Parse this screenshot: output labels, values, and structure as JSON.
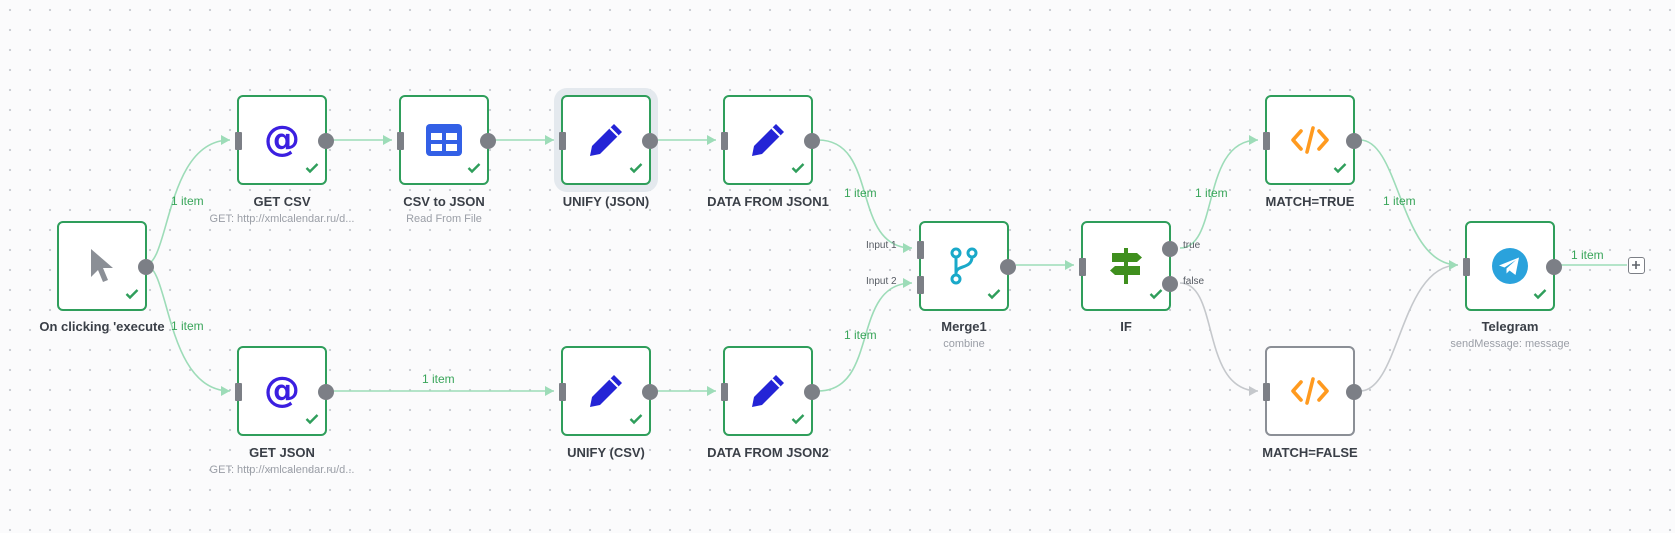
{
  "colors": {
    "success": "#2f9e5b",
    "edge_success": "#9ddcb8",
    "edge_inactive": "#c5c8cc",
    "http_icon": "#3b1fe0",
    "set_icon": "#2424d6",
    "spreadsheet_icon": "#3360e6",
    "code_icon": "#ff9a1f",
    "merge_icon": "#1aa9c9",
    "if_icon": "#3f8f1e",
    "telegram_icon": "#2aa2dc"
  },
  "nodes": {
    "manual_trigger": {
      "label": "On clicking 'execute",
      "icon": "cursor-icon"
    },
    "get_csv": {
      "label": "GET CSV",
      "subtitle": "GET: http://xmlcalendar.ru/d...",
      "icon": "at-icon"
    },
    "csv_to_json": {
      "label": "CSV to JSON",
      "subtitle": "Read From File",
      "icon": "spreadsheet-icon"
    },
    "unify_json": {
      "label": "UNIFY (JSON)",
      "icon": "pencil-icon"
    },
    "data_from_json1": {
      "label": "DATA FROM JSON1",
      "icon": "pencil-icon"
    },
    "get_json": {
      "label": "GET JSON",
      "subtitle": "GET: http://xmlcalendar.ru/d...",
      "icon": "at-icon"
    },
    "unify_csv": {
      "label": "UNIFY (CSV)",
      "icon": "pencil-icon"
    },
    "data_from_json2": {
      "label": "DATA FROM JSON2",
      "icon": "pencil-icon"
    },
    "merge1": {
      "label": "Merge1",
      "subtitle": "combine",
      "icon": "merge-icon",
      "input1": "Input 1",
      "input2": "Input 2"
    },
    "if": {
      "label": "IF",
      "icon": "signpost-icon",
      "out_true": "true",
      "out_false": "false"
    },
    "match_true": {
      "label": "MATCH=TRUE",
      "icon": "code-icon"
    },
    "match_false": {
      "label": "MATCH=FALSE",
      "icon": "code-icon"
    },
    "telegram": {
      "label": "Telegram",
      "subtitle": "sendMessage: message",
      "icon": "telegram-icon"
    }
  },
  "edge_labels": {
    "trigger_to_get_csv": "1 item",
    "trigger_to_get_json": "1 item",
    "get_json_to_unify_csv": "1 item",
    "json1_to_merge": "1 item",
    "json2_to_merge": "1 item",
    "if_true_to_match_true": "1 item",
    "match_true_to_telegram": "1 item",
    "telegram_out": "1 item"
  }
}
